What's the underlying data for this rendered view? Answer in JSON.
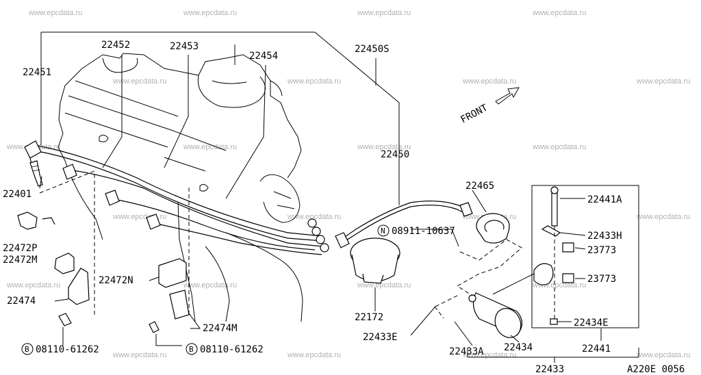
{
  "watermark": "www.epcdata.ru",
  "diagram_code": "A220E 0056",
  "front_label": "FRONT",
  "labels": {
    "p22451": "22451",
    "p22452": "22452",
    "p22453": "22453",
    "p22454": "22454",
    "p22450S": "22450S",
    "p22450": "22450",
    "p22401": "22401",
    "p22472P": "22472P",
    "p22472M": "22472M",
    "p22474": "22474",
    "p08110a": "08110-61262",
    "p22472N": "22472N",
    "p22474M": "22474M",
    "p08110b": "08110-61262",
    "p22465": "22465",
    "p08911": "08911-10637",
    "p22172": "22172",
    "p22433E": "22433E",
    "p22433A": "22433A",
    "p22434": "22434",
    "p22433": "22433",
    "p22441A": "22441A",
    "p22433H": "22433H",
    "p23773a": "23773",
    "p23773b": "23773",
    "p22434E": "22434E",
    "p22441": "22441"
  },
  "circle_marks": {
    "bolt_a": "B",
    "bolt_b": "B",
    "nut": "N"
  }
}
